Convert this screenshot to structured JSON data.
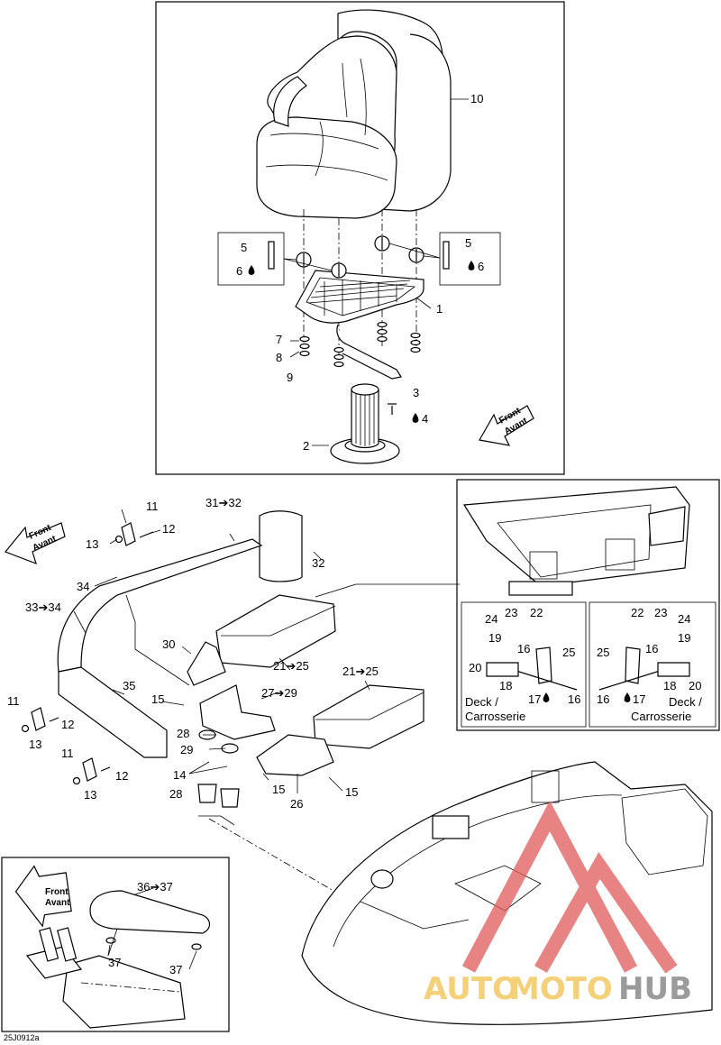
{
  "figure_code": "25J0912a",
  "front_label": {
    "line1": "Front",
    "line2": "Avant"
  },
  "deck_label": {
    "line1": "Deck /",
    "line2": "Carrosserie"
  },
  "watermark": {
    "part1": "AUTO",
    "part2": "MOTO",
    "part3": "HUB",
    "color_main": "#f2c14e",
    "color_accent": "#e05a5a",
    "color_dark": "#7a7a7a"
  },
  "callouts": {
    "c1": "1",
    "c2": "2",
    "c3": "3",
    "c4": "4",
    "c5a": "5",
    "c5b": "5",
    "c6a": "6",
    "c6b": "6",
    "c7": "7",
    "c8": "8",
    "c9": "9",
    "c10": "10",
    "c11a": "11",
    "c11b": "11",
    "c11c": "11",
    "c12a": "12",
    "c12b": "12",
    "c12c": "12",
    "c13a": "13",
    "c13b": "13",
    "c13c": "13",
    "c14": "14",
    "c15a": "15",
    "c15b": "15",
    "c15c": "15",
    "c16a": "16",
    "c16b": "16",
    "c16c": "16",
    "c16d": "16",
    "c17a": "17",
    "c17b": "17",
    "c18a": "18",
    "c18b": "18",
    "c19a": "19",
    "c19b": "19",
    "c20a": "20",
    "c20b": "20",
    "c21a": "21➔25",
    "c21b": "21➔25",
    "c22a": "22",
    "c22b": "22",
    "c23a": "23",
    "c23b": "23",
    "c24a": "24",
    "c24b": "24",
    "c25a": "25",
    "c25b": "25",
    "c26": "26",
    "c27": "27➔29",
    "c28a": "28",
    "c28b": "28",
    "c29": "29",
    "c30": "30",
    "c31": "31➔32",
    "c32": "32",
    "c33": "33➔34",
    "c34": "34",
    "c35": "35",
    "c36": "36➔37",
    "c37a": "37",
    "c37b": "37"
  }
}
